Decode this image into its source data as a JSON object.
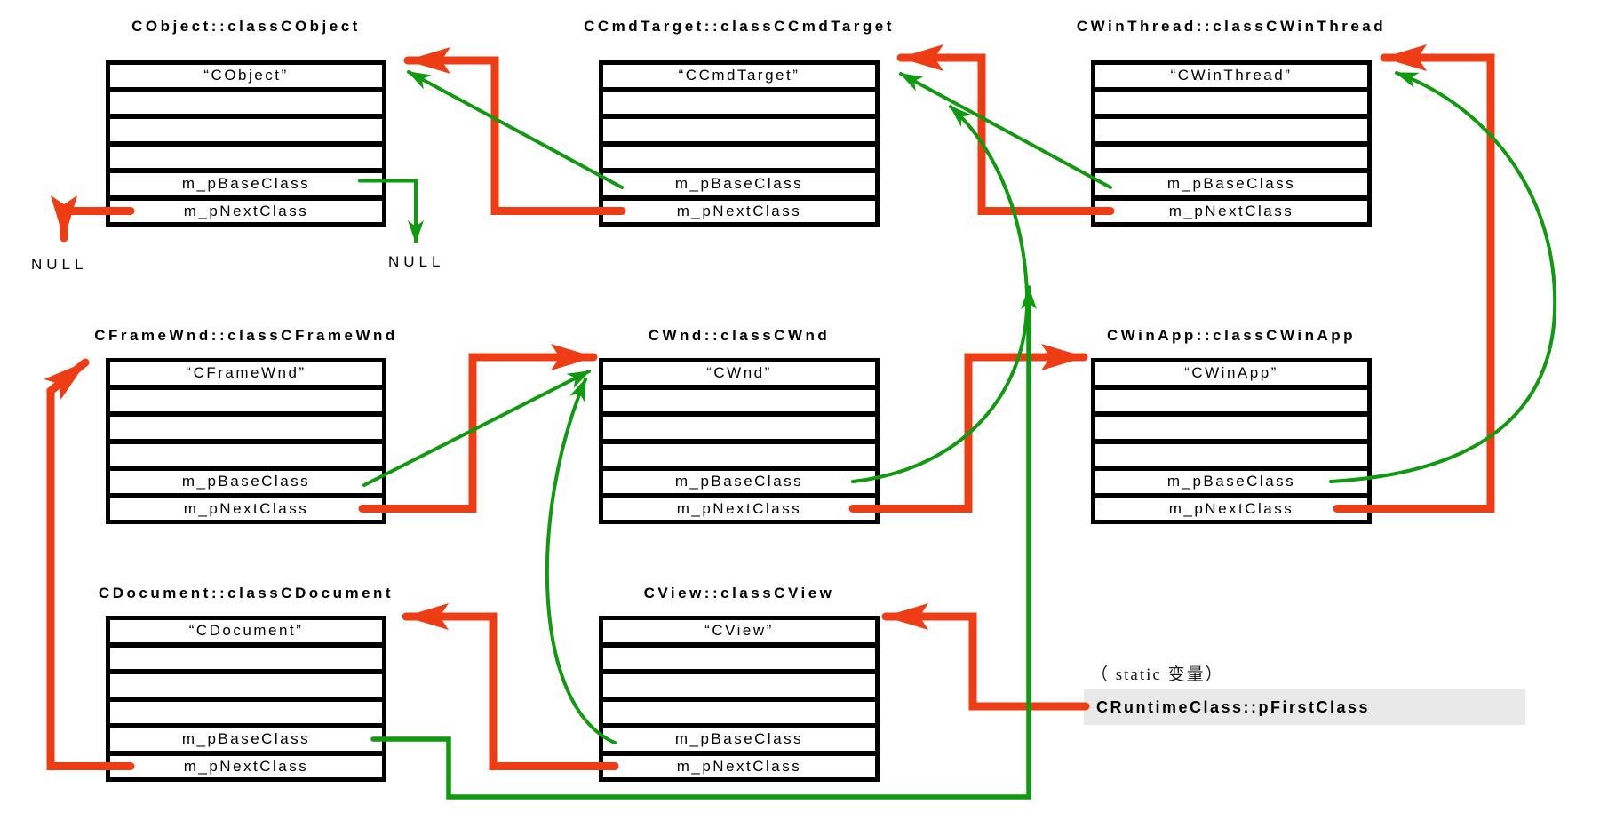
{
  "boxes": [
    {
      "title": "CObject::classCObject",
      "name": "“CObject”",
      "base_label": "m_pBaseClass",
      "next_label": "m_pNextClass"
    },
    {
      "title": "CCmdTarget::classCCmdTarget",
      "name": "“CCmdTarget”",
      "base_label": "m_pBaseClass",
      "next_label": "m_pNextClass"
    },
    {
      "title": "CWinThread::classCWinThread",
      "name": "“CWinThread”",
      "base_label": "m_pBaseClass",
      "next_label": "m_pNextClass"
    },
    {
      "title": "CFrameWnd::classCFrameWnd",
      "name": "“CFrameWnd”",
      "base_label": "m_pBaseClass",
      "next_label": "m_pNextClass"
    },
    {
      "title": "CWnd::classCWnd",
      "name": "“CWnd”",
      "base_label": "m_pBaseClass",
      "next_label": "m_pNextClass"
    },
    {
      "title": "CWinApp::classCWinApp",
      "name": "“CWinApp”",
      "base_label": "m_pBaseClass",
      "next_label": "m_pNextClass"
    },
    {
      "title": "CDocument::classCDocument",
      "name": "“CDocument”",
      "base_label": "m_pBaseClass",
      "next_label": "m_pNextClass"
    },
    {
      "title": "CView::classCView",
      "name": "“CView”",
      "base_label": "m_pBaseClass",
      "next_label": "m_pNextClass"
    }
  ],
  "labels": {
    "null_next_ptr": "NULL",
    "null_base_ptr": "NULL",
    "static_note": "（ static 变量）",
    "pfirstclass": "CRuntimeClass::pFirstClass"
  },
  "colors": {
    "next_chain": "#ee3c14",
    "base_chain": "#0f9a0f",
    "box_border": "#000000",
    "pfirstclass_bg": "#e9e9e9"
  }
}
